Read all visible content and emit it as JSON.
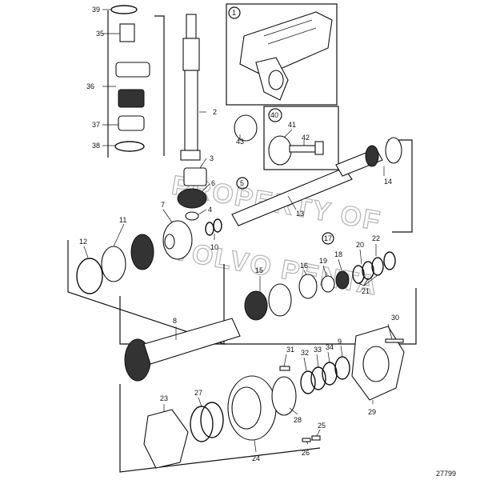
{
  "diagram": {
    "id_number": "27799",
    "watermark": [
      "PROPERTY OF",
      "VOLVO PENTA"
    ],
    "callouts": {
      "c1": "1",
      "c2": "2",
      "c3": "3",
      "c4": "4",
      "c5": "5",
      "c6": "6",
      "c7": "7",
      "c8": "8",
      "c9": "9",
      "c10": "10",
      "c11": "11",
      "c12": "12",
      "c13": "13",
      "c14": "14",
      "c15": "15",
      "c16": "16",
      "c17": "17",
      "c18": "18",
      "c19": "19",
      "c20": "20",
      "c21": "21",
      "c22": "22",
      "c23": "23",
      "c24": "24",
      "c25": "25",
      "c26": "26",
      "c27": "27",
      "c28": "28",
      "c29": "29",
      "c30": "30",
      "c31": "31",
      "c32": "32",
      "c33": "33",
      "c34": "34",
      "c35": "35",
      "c36": "36",
      "c37": "37",
      "c38": "38",
      "c39": "39",
      "c40": "40",
      "c41": "41",
      "c42": "42",
      "c43": "43"
    }
  }
}
